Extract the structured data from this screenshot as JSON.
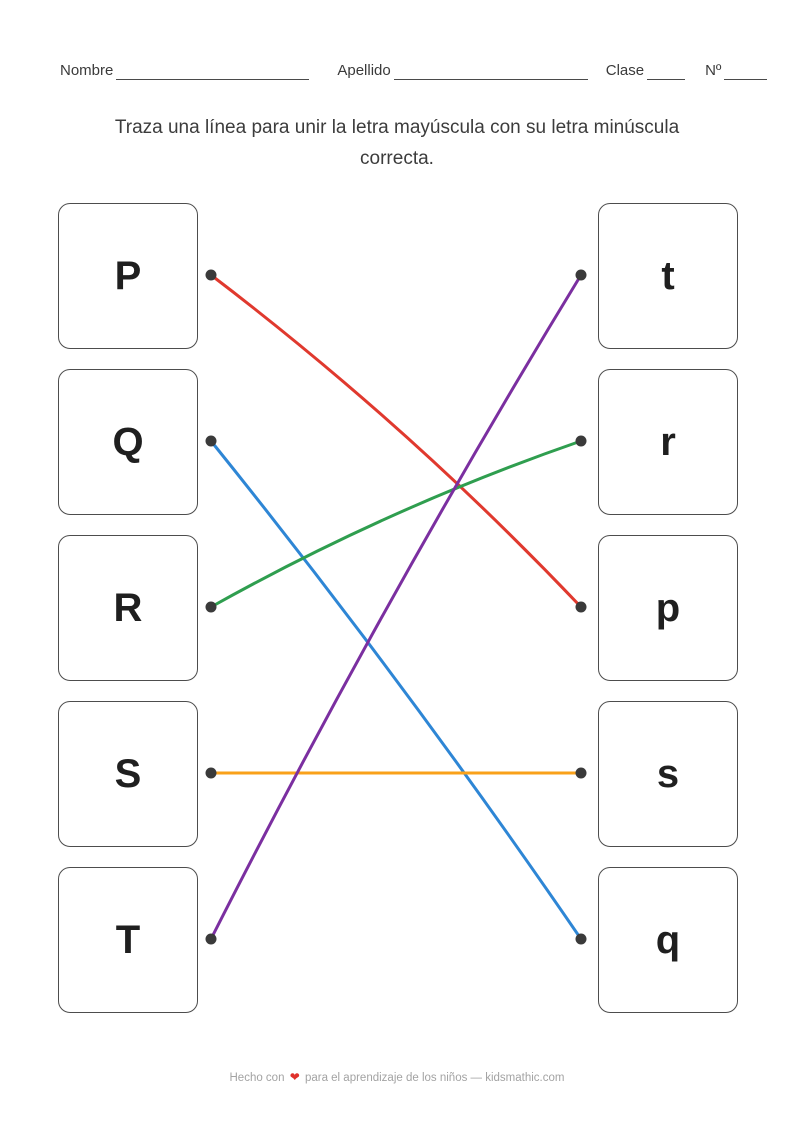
{
  "header": {
    "nombre_label": "Nombre",
    "apellido_label": "Apellido",
    "clase_label": "Clase",
    "numero_label": "Nº"
  },
  "instruction": "Traza una línea para unir la letra mayúscula con su letra minúscula correcta.",
  "left_letters": [
    "P",
    "Q",
    "R",
    "S",
    "T"
  ],
  "right_letters": [
    "t",
    "r",
    "p",
    "s",
    "q"
  ],
  "connections": [
    {
      "from": "P",
      "to": "p",
      "from_row": 0,
      "to_row": 2,
      "color": "#e0392e",
      "bend": -20
    },
    {
      "from": "Q",
      "to": "q",
      "from_row": 1,
      "to_row": 4,
      "color": "#2e86d5",
      "bend": -12
    },
    {
      "from": "R",
      "to": "r",
      "from_row": 2,
      "to_row": 1,
      "color": "#2f9e4f",
      "bend": -18
    },
    {
      "from": "S",
      "to": "s",
      "from_row": 3,
      "to_row": 3,
      "color": "#f9a11a",
      "bend": 0
    },
    {
      "from": "T",
      "to": "t",
      "from_row": 4,
      "to_row": 0,
      "color": "#7b2fa0",
      "bend": -15
    }
  ],
  "dot_color": "#3a3a3a",
  "footer": {
    "text_before_heart": "Hecho con",
    "heart": "❤",
    "text_after_heart": "para el aprendizaje de los niños — kidsmathic.com"
  }
}
